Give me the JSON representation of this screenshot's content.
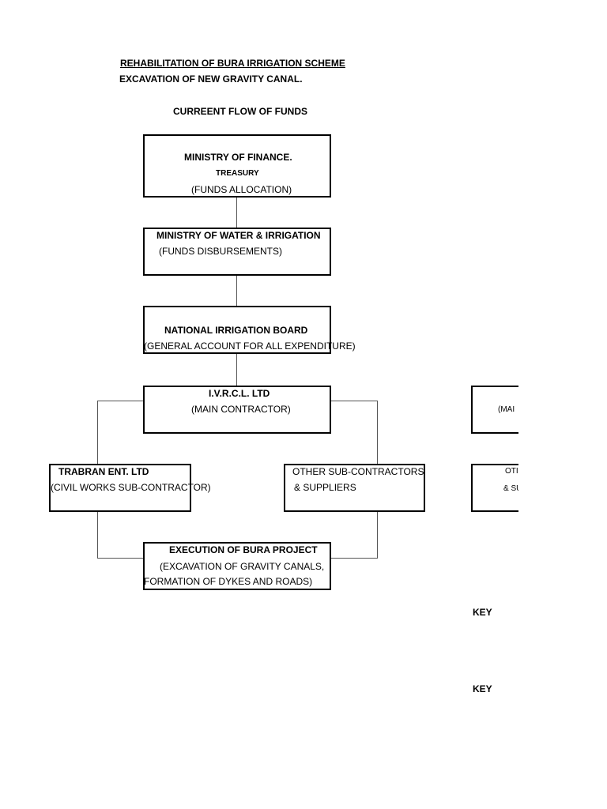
{
  "header": {
    "title": "REHABILITATION OF BURA IRRIGATION SCHEME",
    "subtitle": "EXCAVATION OF NEW GRAVITY CANAL.",
    "diagram_title": "CURREENT FLOW OF FUNDS"
  },
  "nodes": {
    "finance": {
      "line1": "MINISTRY OF FINANCE.",
      "line2": "TREASURY",
      "line3": "(FUNDS ALLOCATION)"
    },
    "water": {
      "line1": "MINISTRY OF WATER & IRRIGATION",
      "line2": "(FUNDS DISBURSEMENTS)"
    },
    "nib": {
      "line1": "NATIONAL IRRIGATION BOARD",
      "line2": "(GENERAL ACCOUNT FOR ALL EXPENDITURE)"
    },
    "ivrcl": {
      "line1": "I.V.R.C.L. LTD",
      "line2": "(MAIN CONTRACTOR)"
    },
    "trabran": {
      "line1": "TRABRAN ENT. LTD",
      "line2": "(CIVIL WORKS SUB-CONTRACTOR)"
    },
    "others": {
      "line1": "OTHER SUB-CONTRACTORS",
      "line2": "& SUPPLIERS"
    },
    "execution": {
      "line1": "EXECUTION OF BURA PROJECT",
      "line2": "(EXCAVATION OF GRAVITY CANALS,",
      "line3": "FORMATION OF DYKES AND ROADS)"
    }
  },
  "right_partial": {
    "box1_text": "(MAI",
    "box2_line1": "OTI",
    "box2_line2": "& SU"
  },
  "keys": {
    "key1": "KEY",
    "key2": "KEY"
  }
}
